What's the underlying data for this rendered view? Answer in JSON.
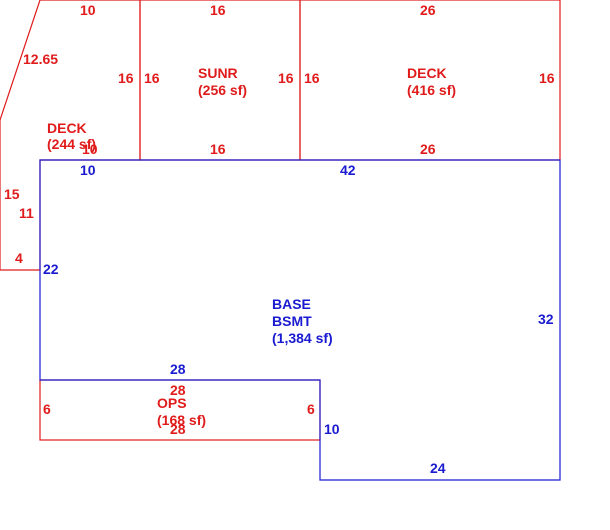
{
  "colors": {
    "upper_floor": "#e01b1b",
    "basement": "#1a1ad0",
    "background": "#ffffff"
  },
  "areas": {
    "deck_left": {
      "name": "DECK",
      "area": "(244 sf)"
    },
    "sunroom": {
      "name": "SUNR",
      "area": "(256 sf)"
    },
    "deck_right": {
      "name": "DECK",
      "area": "(416 sf)"
    },
    "basement": {
      "name1": "BASE",
      "name2": "BSMT",
      "area": "(1,384 sf)"
    },
    "ops": {
      "name": "OPS",
      "area": "(168 sf)"
    }
  },
  "dimensions": {
    "deck_left_top": "10",
    "deck_left_diagonal": "12.65",
    "deck_left_right": "16",
    "deck_left_bottom": "10",
    "deck_left_side_outer": "15",
    "deck_left_side_inner": "11",
    "deck_left_step": "4",
    "sunr_top": "16",
    "sunr_left": "16",
    "sunr_right": "16",
    "sunr_bottom": "16",
    "deck_right_top": "26",
    "deck_right_left": "16",
    "deck_right_right": "16",
    "deck_right_bottom": "26",
    "ops_top": "28",
    "ops_left": "6",
    "ops_right": "6",
    "ops_bottom": "28",
    "bsmt_top_left": "10",
    "bsmt_top": "42",
    "bsmt_left": "22",
    "bsmt_right": "32",
    "bsmt_ops_top": "28",
    "bsmt_step": "10",
    "bsmt_bottom": "24"
  }
}
